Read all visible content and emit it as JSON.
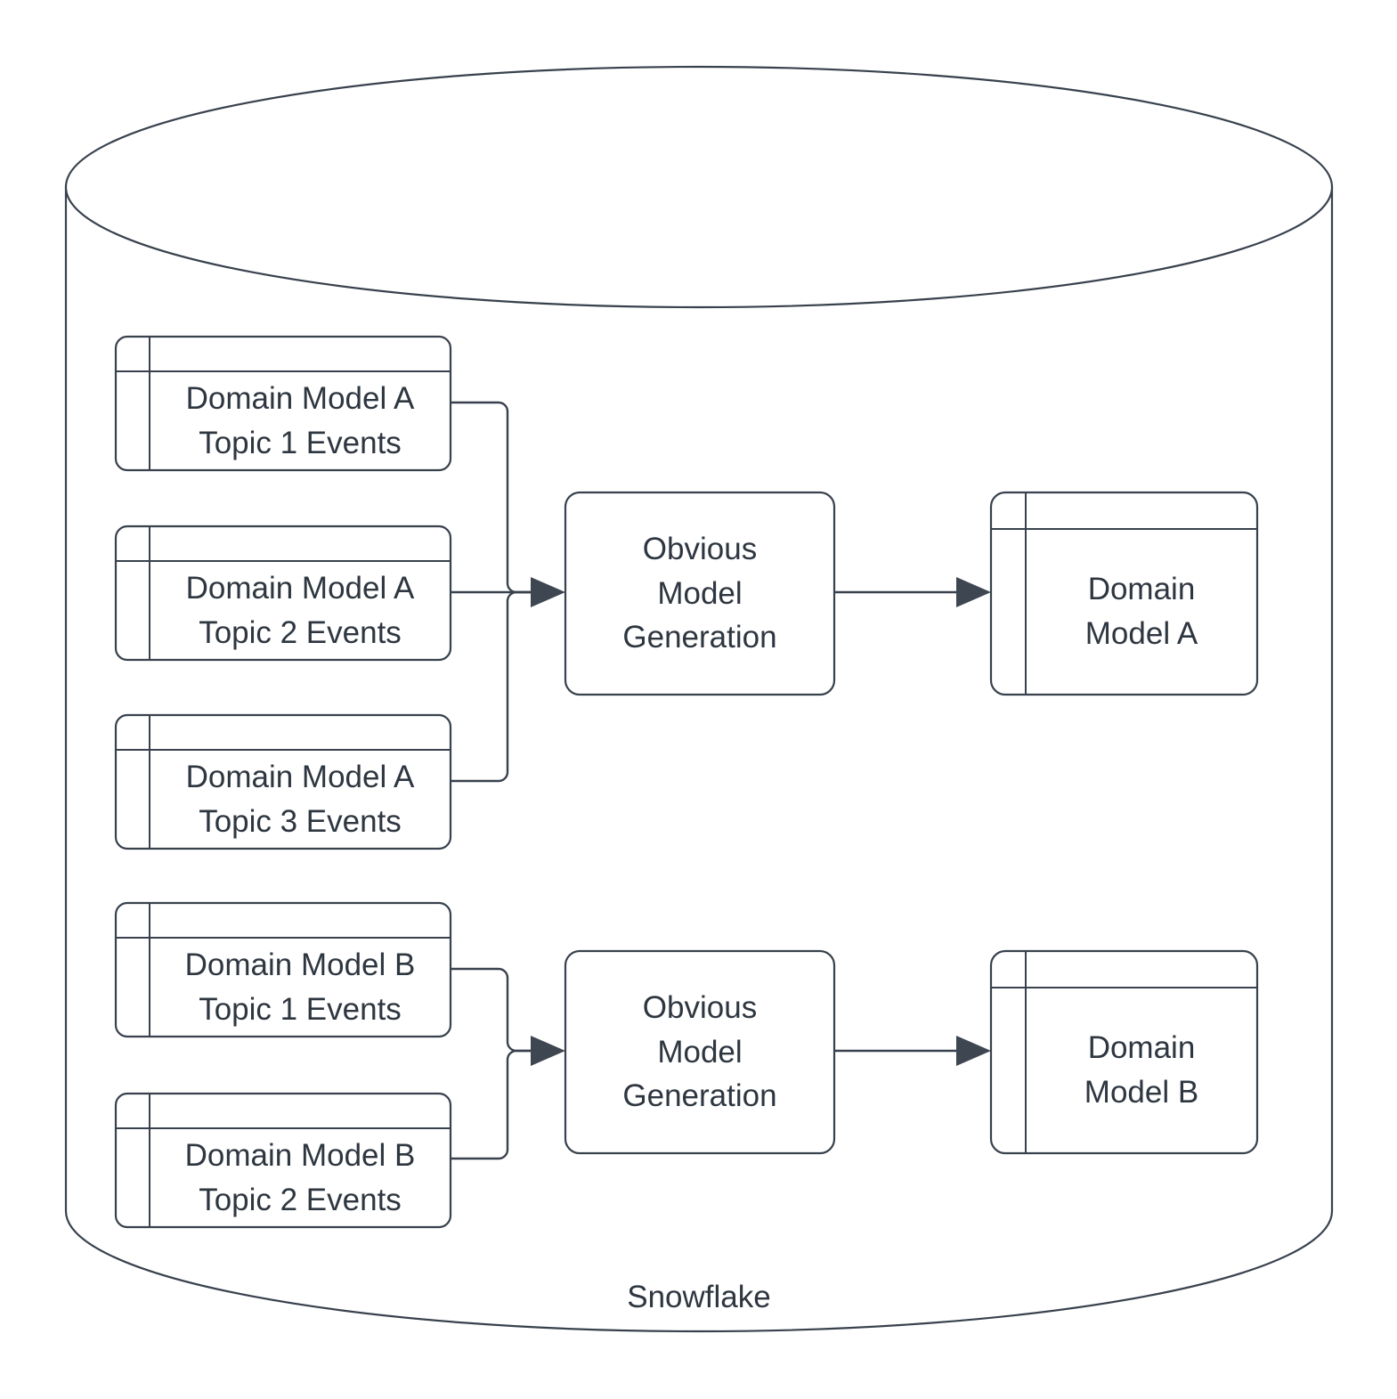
{
  "diagram": {
    "title": "Snowflake",
    "container": {
      "label": "Snowflake",
      "shape": "cylinder-icon"
    },
    "colors": {
      "stroke": "#38414d",
      "text": "#2e3640",
      "fill": "#ffffff",
      "arrow": "#3e4651"
    },
    "source_tables": [
      {
        "id": "a1",
        "line1": "Domain Model A",
        "line2": "Topic 1 Events"
      },
      {
        "id": "a2",
        "line1": "Domain Model A",
        "line2": "Topic 2 Events"
      },
      {
        "id": "a3",
        "line1": "Domain Model A",
        "line2": "Topic 3 Events"
      },
      {
        "id": "b1",
        "line1": "Domain Model B",
        "line2": "Topic 1 Events"
      },
      {
        "id": "b2",
        "line1": "Domain Model B",
        "line2": "Topic 2 Events"
      }
    ],
    "processes": [
      {
        "id": "gen-a",
        "line1": "Obvious",
        "line2": "Model",
        "line3": "Generation"
      },
      {
        "id": "gen-b",
        "line1": "Obvious",
        "line2": "Model",
        "line3": "Generation"
      }
    ],
    "outputs": [
      {
        "id": "out-a",
        "line1": "Domain",
        "line2": "Model A"
      },
      {
        "id": "out-b",
        "line1": "Domain",
        "line2": "Model B"
      }
    ],
    "edges": [
      {
        "from": "a1",
        "to": "gen-a"
      },
      {
        "from": "a2",
        "to": "gen-a"
      },
      {
        "from": "a3",
        "to": "gen-a"
      },
      {
        "from": "gen-a",
        "to": "out-a"
      },
      {
        "from": "b1",
        "to": "gen-b"
      },
      {
        "from": "b2",
        "to": "gen-b"
      },
      {
        "from": "gen-b",
        "to": "out-b"
      }
    ]
  }
}
